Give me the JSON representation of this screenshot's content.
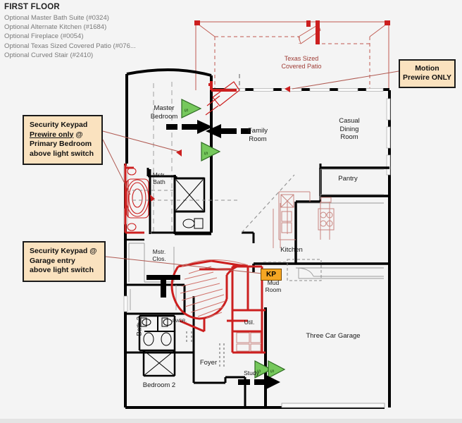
{
  "header": {
    "title": "FIRST FLOOR",
    "options": [
      "Optional Master Bath Suite (#0324)",
      "Optional Alternate Kitchen (#1684)",
      "Optional Fireplace (#0054)",
      "Optional Texas Sized Covered Patio (#076...",
      "Optional Curved Stair (#2410)"
    ]
  },
  "callouts": {
    "keypad_bedroom": {
      "line1": "Security Keypad",
      "line2": "Prewire only",
      "line2_suffix": " @",
      "line3": "Primary Bedroom",
      "line4": "above light switch"
    },
    "keypad_garage": {
      "line1": "Security Keypad @",
      "line2": "Garage entry",
      "line3": "above light switch"
    },
    "motion": {
      "line1": "Motion",
      "line2": "Prewire ONLY"
    }
  },
  "tags": {
    "keypad_abbrev": "KP"
  },
  "rooms": {
    "patio": "Texas Sized\nCovered Patio",
    "master_bedroom": "Master\nBedroom",
    "family_room": "Family\nRoom",
    "casual_dining": "Casual\nDining\nRoom",
    "pantry": "Pantry",
    "master_bath": "Mstr.\nBath",
    "master_closet": "Mstr.\nClos.",
    "kitchen": "Kitchen",
    "mud_room": "Mud\nRoom",
    "utility": "Util.",
    "three_car_garage": "Three Car Garage",
    "bath_2": "Bath 2",
    "powder": "PWDR.",
    "foyer": "Foyer",
    "bedroom_2": "Bedroom 2",
    "study": "Study"
  },
  "colors": {
    "background": "#f4f4f4",
    "wall": "#000000",
    "optional_red": "#cc1f1f",
    "patio_text": "#9e3b34",
    "callout_fill": "#fae2bf",
    "callout_border": "#1a1a1a",
    "keypad_tag": "#f5a623",
    "speaker_marker": "#63bf4a",
    "leader_line": "#b05a52"
  },
  "markers": {
    "speaker_count": 4,
    "arrow_count": 4
  }
}
